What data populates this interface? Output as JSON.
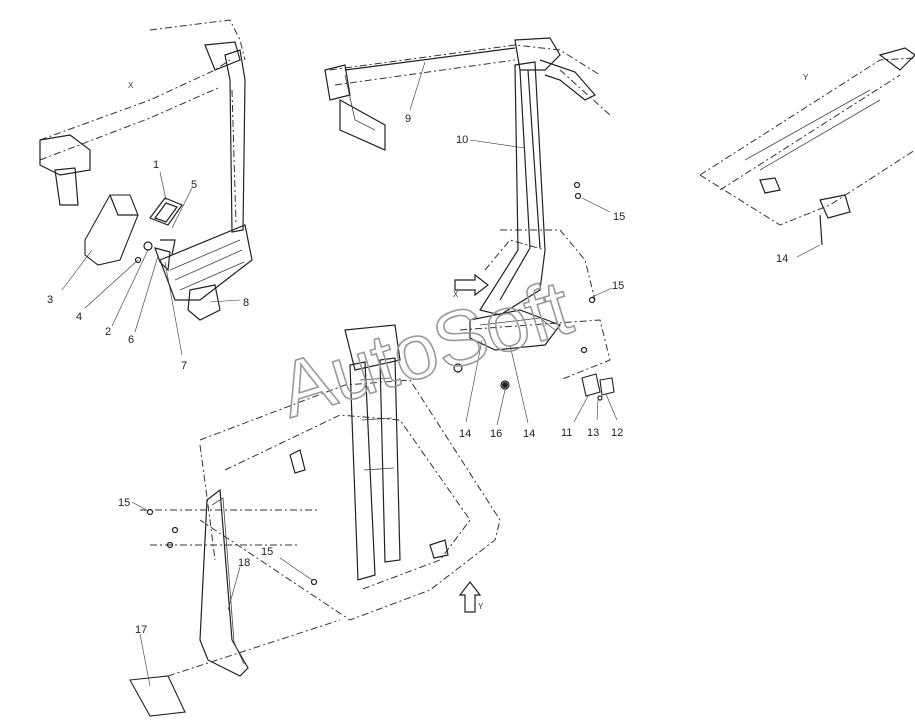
{
  "watermark": "AutoSoft",
  "view_labels": [
    "X",
    "Y"
  ],
  "callouts": [
    "1",
    "2",
    "3",
    "4",
    "5",
    "6",
    "7",
    "8",
    "9",
    "10",
    "11",
    "12",
    "13",
    "14",
    "14",
    "14",
    "14",
    "15",
    "15",
    "15",
    "15",
    "16",
    "17",
    "18"
  ]
}
